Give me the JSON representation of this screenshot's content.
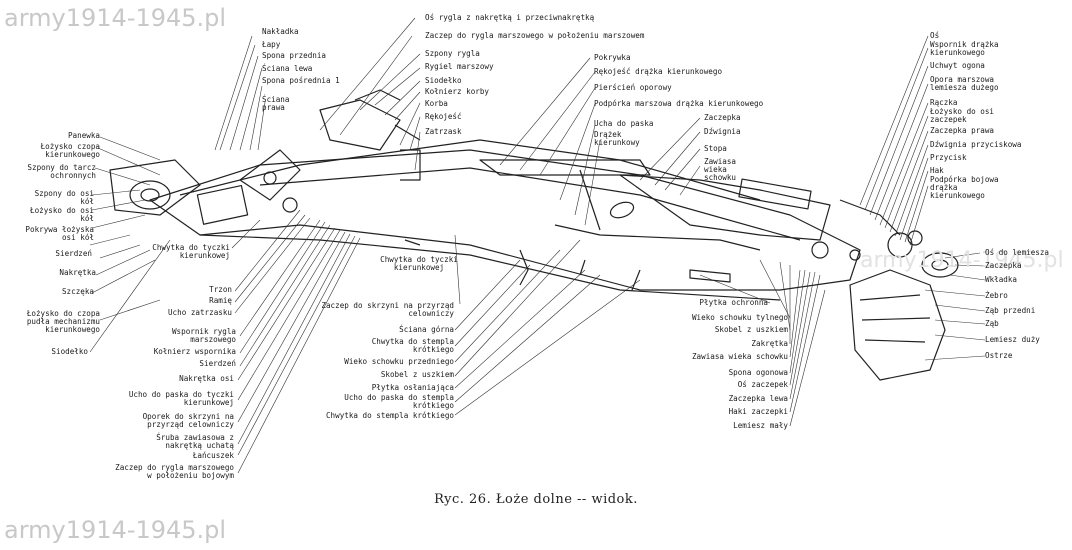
{
  "watermark": "army1914-1945.pl",
  "caption": "Ryc. 26. Łoże dolne -- widok.",
  "labels_left": [
    "Nakładka",
    "Łapy",
    "Spona przednia",
    "Ściana lewa",
    "Spona pośrednia 1",
    "Ściana prawa",
    "Panewka",
    "Łożysko czopa kierunkowego",
    "Szpony do tarcz ochronnych",
    "Szpony do osi kół",
    "Łożysko do osi kół",
    "Pokrywa łożyska osi kół",
    "Sierdzeń",
    "Nakrętka",
    "Szczęka",
    "Łożysko do czopa pudła mechanizmu kierunkowego",
    "Siodełko"
  ],
  "labels_mid_lower": [
    "Chwytka do tyczki kierunkowej",
    "Trzon",
    "Ramię",
    "Ucho zatrzasku",
    "Wspornik rygla marszowego",
    "Kołnierz wspornika",
    "Sierdzeń",
    "Nakrętka osi",
    "Ucho do paska do tyczki kierunkowej",
    "Oporek do skrzyni na przyrząd celowniczy",
    "Śruba zawiasowa z nakrętką uchatą",
    "Łańcuszek",
    "Zaczep do rygla marszowego w położeniu bojowym"
  ],
  "labels_top_mid": [
    "Oś rygla z nakrętką i przeciwnakrętką",
    "Zaczep do rygla marszowego w położeniu marszowem",
    "Szpony rygla",
    "Rygiel marszowy",
    "Siodełko",
    "Kołnierz korby",
    "Korba",
    "Rękojeść",
    "Zatrzask"
  ],
  "labels_center": [
    "Chwytka do tyczki kierunkowej",
    "Zaczep do skrzyni na przyrząd celowniczy",
    "Ściana górna",
    "Chwytka do stempla krótkiego",
    "Wieko schowku przedniego",
    "Skobel z uszkiem",
    "Płytka osłaniająca",
    "Ucho do paska do stempla krótkiego",
    "Chwytka do stempla krótkiego"
  ],
  "labels_upper_right": [
    "Pokrywka",
    "Rękojeść drążka kierunkowego",
    "Pierścień oporowy",
    "Podpórka marszowa drążka kierunkowego",
    "Ucha do paska",
    "Drążek kierunkowy",
    "Zaczepka",
    "Dźwignia",
    "Stopa",
    "Zawiasa wieka schowku"
  ],
  "labels_lower_right": [
    "Płytka ochronna",
    "Wieko schowku tylnego",
    "Skobel z uszkiem",
    "Zakrętka",
    "Zawiasa wieka schowku",
    "Spona ogonowa",
    "Oś zaczepek",
    "Zaczepka lewa",
    "Haki zaczepki",
    "Lemiesz mały"
  ],
  "labels_right": [
    "Oś",
    "Wspornik drążka kierunkowego",
    "Uchwyt ogona",
    "Opora marszowa lemiesza dużego",
    "Rączka",
    "Łożysko do osi zaczepek",
    "Zaczepka prawa",
    "Dźwignia przyciskowa",
    "Przycisk",
    "Hak",
    "Podpórka bojowa drążka kierunkowego",
    "Oś do lemiesza",
    "Zaczepka",
    "Wkładka",
    "Żebro",
    "Ząb przedni",
    "Ząb",
    "Lemiesz duży",
    "Ostrze"
  ]
}
